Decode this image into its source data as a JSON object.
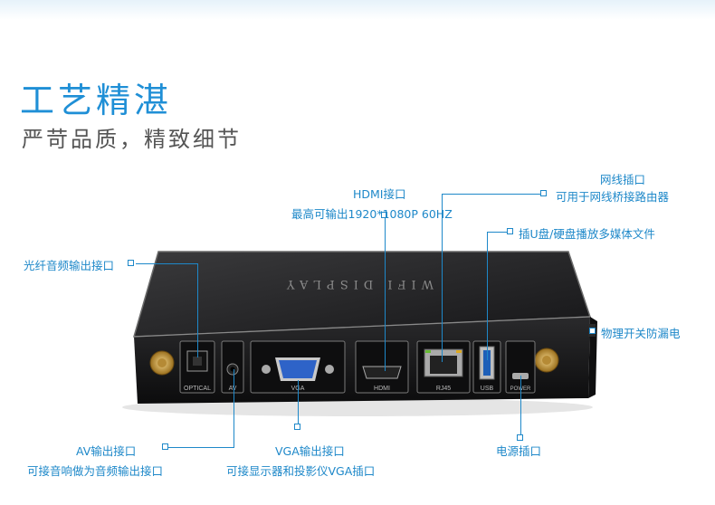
{
  "heading": {
    "title": "工艺精湛",
    "subtitle": "严苛品质，精致细节"
  },
  "device": {
    "top_text": "WIFI DISPLAY",
    "port_labels": {
      "optical": "OPTICAL",
      "av": "AV",
      "vga": "VGA",
      "hdmi": "HDMI",
      "rj45": "RJ45",
      "usb": "USB",
      "power": "POWER"
    }
  },
  "callouts": {
    "hdmi_title": "HDMI接口",
    "hdmi_desc": "最高可输出1920*1080P 60HZ",
    "lan_title": "网线插口",
    "lan_desc": "可用于网线桥接路由器",
    "usb_desc": "插U盘/硬盘播放多媒体文件",
    "optical_desc": "光纤音频输出接口",
    "switch_desc": "物理开关防漏电",
    "av_title": "AV输出接口",
    "av_desc": "可接音响做为音频输出接口",
    "vga_title": "VGA输出接口",
    "vga_desc": "可接显示器和投影仪VGA插口",
    "power_desc": "电源插口"
  },
  "colors": {
    "accent": "#1e88c9",
    "title": "#1f8fd6",
    "device_body": "#1d1d1f"
  }
}
